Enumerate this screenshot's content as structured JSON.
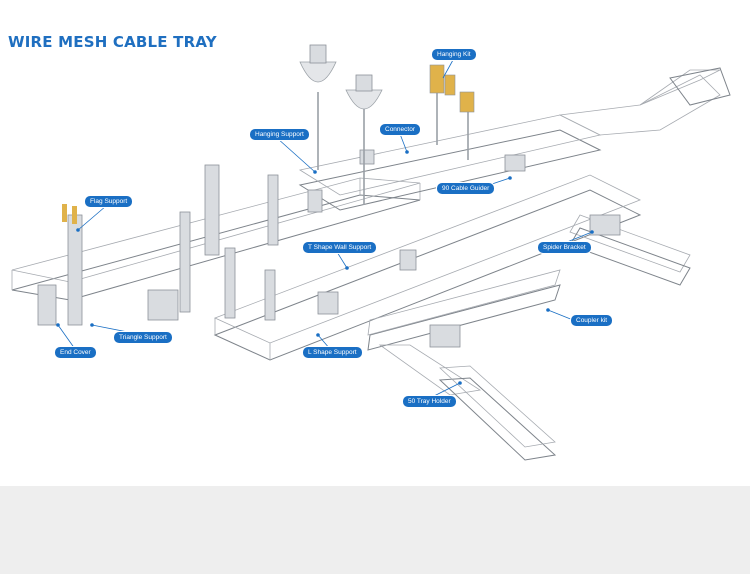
{
  "title": "WIRE MESH CABLE TRAY",
  "callouts": {
    "hanging_kit": "Hanging Kit",
    "hanging_support": "Hanging Support",
    "connector": "Connector",
    "cable_guider_90": "90 Cable Guider",
    "flag_support": "Flag Support",
    "t_shape_wall_support": "T Shape Wall Support",
    "spider_bracket": "Spider Bracket",
    "coupler_kit": "Coupler kit",
    "triangle_support": "Triangle Support",
    "end_cover": "End Cover",
    "l_shape_support": "L Shape Support",
    "tray_holder_50": "50 Tray Holder"
  },
  "colors": {
    "accent": "#1a6fc4",
    "title": "#1f6fc0",
    "tray_wire": "#a6aab0",
    "background": "#ffffff",
    "bottom_band": "#eeeeee"
  }
}
